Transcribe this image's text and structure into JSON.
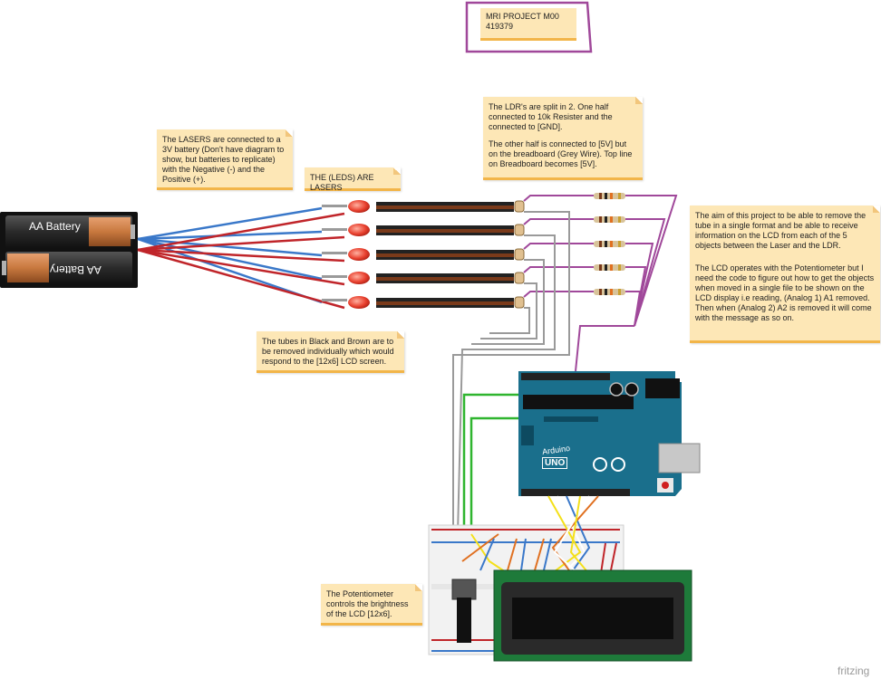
{
  "title_box": {
    "line1": "MRI PROJECT M00",
    "line2": "419379"
  },
  "notes": {
    "lasers_battery": "The LASERS are connected to a 3V battery (Don't have diagram to show, but batteries to replicate) with the Negative (-) and the Positive (+).",
    "leds_lasers": "THE (LEDS) ARE LASERS",
    "ldr_split_1": "The LDR's are split in 2. One half connected to 10k Resister and the connected to [GND].",
    "ldr_split_2": "The other half is connected to [5V] but on the breadboard (Grey Wire). Top line on Breadboard becomes [5V].",
    "aim_1": "The aim of this project to be able to remove the tube in a single format and be able to receive information on the LCD from each of the 5 objects between the Laser and the LDR.",
    "aim_2": "The LCD operates with the Potentiometer but I need the code to figure out how to get the objects when moved in a single file to be shown on the LCD display i.e reading, (Analog 1) A1 removed. Then when (Analog 2) A2 is removed it will come with the message as so on.",
    "tubes": "The tubes in Black and Brown are to be removed individually which would respond to the [12x6] LCD screen.",
    "potentiometer": "The Potentiometer controls the brightness of the LCD [12x6]."
  },
  "battery": {
    "label_top": "AA Battery",
    "label_bottom": "AA Battery"
  },
  "arduino": {
    "brand": "Arduino",
    "model": "UNO"
  },
  "watermark": "fritzing",
  "colors": {
    "note_bg": "#fde7b6",
    "note_edge": "#f2b549",
    "arduino_blue": "#1a6f8c",
    "lcd_green": "#1e7a3a",
    "title_box_border": "#a0489a",
    "wire_blue": "#3a78c9",
    "wire_red": "#c0252a",
    "wire_purple": "#a0489a",
    "wire_grey": "#9a9a9a",
    "wire_green": "#2fb52f"
  }
}
